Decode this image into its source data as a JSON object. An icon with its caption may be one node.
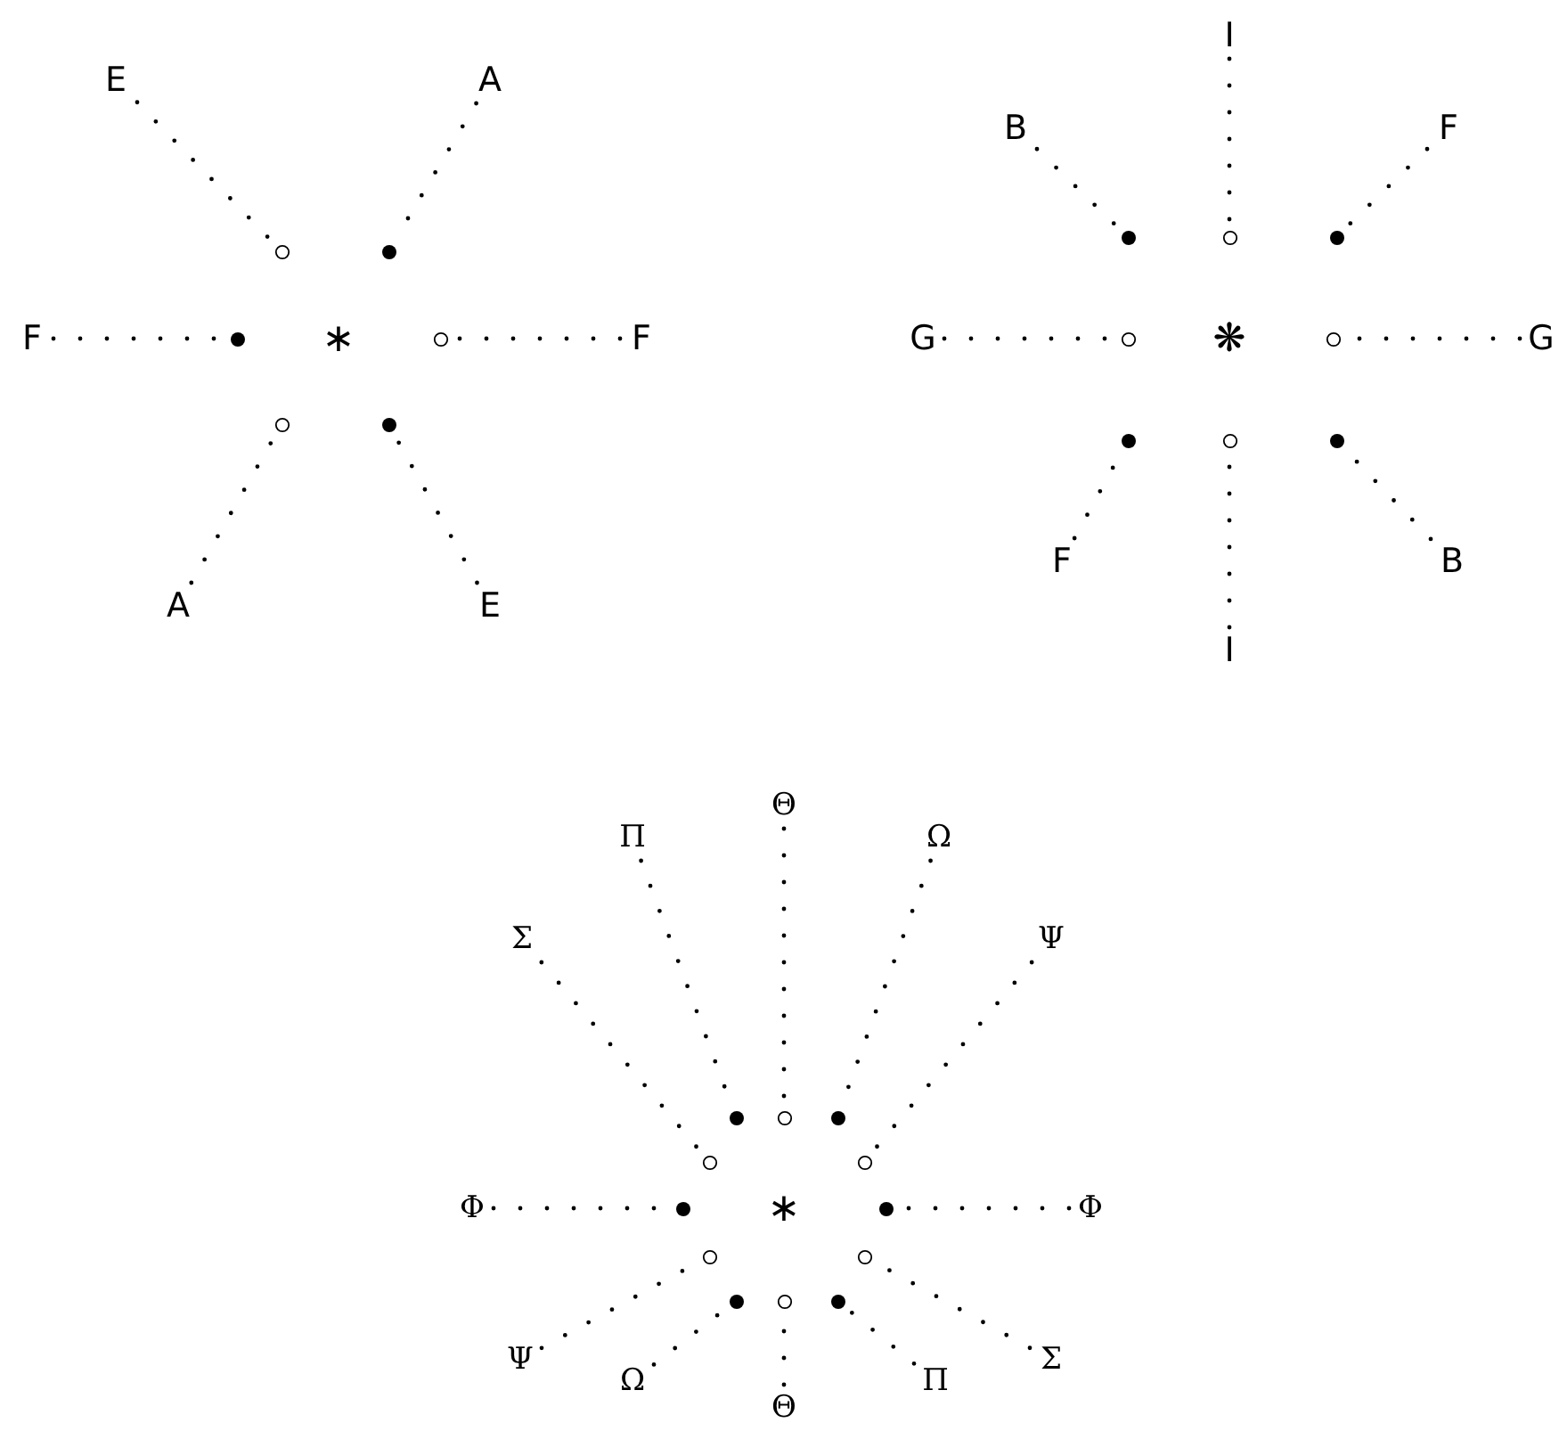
{
  "diagram": {
    "nodes": [
      {
        "text": [
          "E"
        ]
      },
      {
        "text": [
          "A"
        ]
      },
      {
        "text": [],
        "shape": "circle"
      },
      {
        "text": [],
        "shape": "dot"
      },
      {
        "text": [
          "F"
        ]
      },
      {
        "text": [],
        "shape": "dot"
      },
      {
        "text": [],
        "shape": "circle"
      },
      {
        "text": [
          "F"
        ]
      },
      {
        "text": [],
        "shape": "circle"
      },
      {
        "text": [],
        "shape": "dot"
      },
      {
        "text": [
          "A"
        ]
      },
      {
        "text": [
          "E"
        ]
      },
      {
        "text": [
          "I"
        ]
      },
      {
        "text": [
          "B"
        ]
      },
      {
        "text": [
          "F"
        ]
      },
      {
        "text": [],
        "shape": "dot"
      },
      {
        "text": [],
        "shape": "circle"
      },
      {
        "text": [],
        "shape": "dot"
      },
      {
        "text": [
          "G"
        ]
      },
      {
        "text": [],
        "shape": "circle"
      },
      {
        "text": [],
        "shape": "circle"
      },
      {
        "text": [
          "G"
        ]
      },
      {
        "text": [],
        "shape": "dot"
      },
      {
        "text": [],
        "shape": "circle"
      },
      {
        "text": [],
        "shape": "dot"
      },
      {
        "text": [
          "F"
        ]
      },
      {
        "text": [
          "B"
        ]
      },
      {
        "text": [
          "I"
        ]
      },
      {
        "text": [
          "Θ"
        ]
      },
      {
        "text": [
          "Π"
        ]
      },
      {
        "text": [
          "Ω"
        ]
      },
      {
        "text": [
          "Σ"
        ]
      },
      {
        "text": [
          "Ψ"
        ]
      },
      {
        "text": [],
        "shape": "dot"
      },
      {
        "text": [],
        "shape": "circle"
      },
      {
        "text": [],
        "shape": "dot"
      },
      {
        "text": [],
        "shape": "circle"
      },
      {
        "text": [],
        "shape": "circle"
      },
      {
        "text": [
          "Φ"
        ]
      },
      {
        "text": [],
        "shape": "dot"
      },
      {
        "text": [],
        "shape": "dot"
      },
      {
        "text": [
          "Φ"
        ]
      },
      {
        "text": [],
        "shape": "circle"
      },
      {
        "text": [],
        "shape": "circle"
      },
      {
        "text": [],
        "shape": "dot"
      },
      {
        "text": [],
        "shape": "circle"
      },
      {
        "text": [],
        "shape": "dot"
      },
      {
        "text": [
          "Ψ"
        ]
      },
      {
        "text": [
          "Σ"
        ]
      },
      {
        "text": [
          "Ω"
        ]
      },
      {
        "text": [
          "Π"
        ]
      },
      {
        "text": [
          "Θ"
        ]
      }
    ],
    "edges": [
      {
        "from": 0,
        "to": 2,
        "arrow": "none"
      },
      {
        "from": 1,
        "to": 3,
        "arrow": "none"
      },
      {
        "from": 4,
        "to": 5,
        "arrow": "none"
      },
      {
        "from": 7,
        "to": 6,
        "arrow": "none"
      },
      {
        "from": 10,
        "to": 8,
        "arrow": "none"
      },
      {
        "from": 11,
        "to": 9,
        "arrow": "none"
      },
      {
        "from": 13,
        "to": 15,
        "arrow": "none"
      },
      {
        "from": 12,
        "to": 16,
        "arrow": "none"
      },
      {
        "from": 14,
        "to": 17,
        "arrow": "none"
      },
      {
        "from": 18,
        "to": 19,
        "arrow": "none"
      },
      {
        "from": 21,
        "to": 20,
        "arrow": "none"
      },
      {
        "from": 25,
        "to": 22,
        "arrow": "none"
      },
      {
        "from": 27,
        "to": 23,
        "arrow": "none"
      },
      {
        "from": 26,
        "to": 24,
        "arrow": "none"
      },
      {
        "from": 28,
        "to": 34,
        "arrow": "none"
      },
      {
        "from": 29,
        "to": 33,
        "arrow": "none"
      },
      {
        "from": 30,
        "to": 35,
        "arrow": "none"
      },
      {
        "from": 31,
        "to": 36,
        "arrow": "none"
      },
      {
        "from": 32,
        "to": 37,
        "arrow": "none"
      },
      {
        "from": 38,
        "to": 39,
        "arrow": "none"
      },
      {
        "from": 41,
        "to": 40,
        "arrow": "none"
      },
      {
        "from": 47,
        "to": 42,
        "arrow": "none"
      },
      {
        "from": 48,
        "to": 43,
        "arrow": "none"
      },
      {
        "from": 49,
        "to": 44,
        "arrow": "none"
      },
      {
        "from": 50,
        "to": 46,
        "arrow": "none"
      },
      {
        "from": 51,
        "to": 45,
        "arrow": "none"
      }
    ],
    "labels": [
      "∗",
      "❋",
      "∗"
    ]
  }
}
